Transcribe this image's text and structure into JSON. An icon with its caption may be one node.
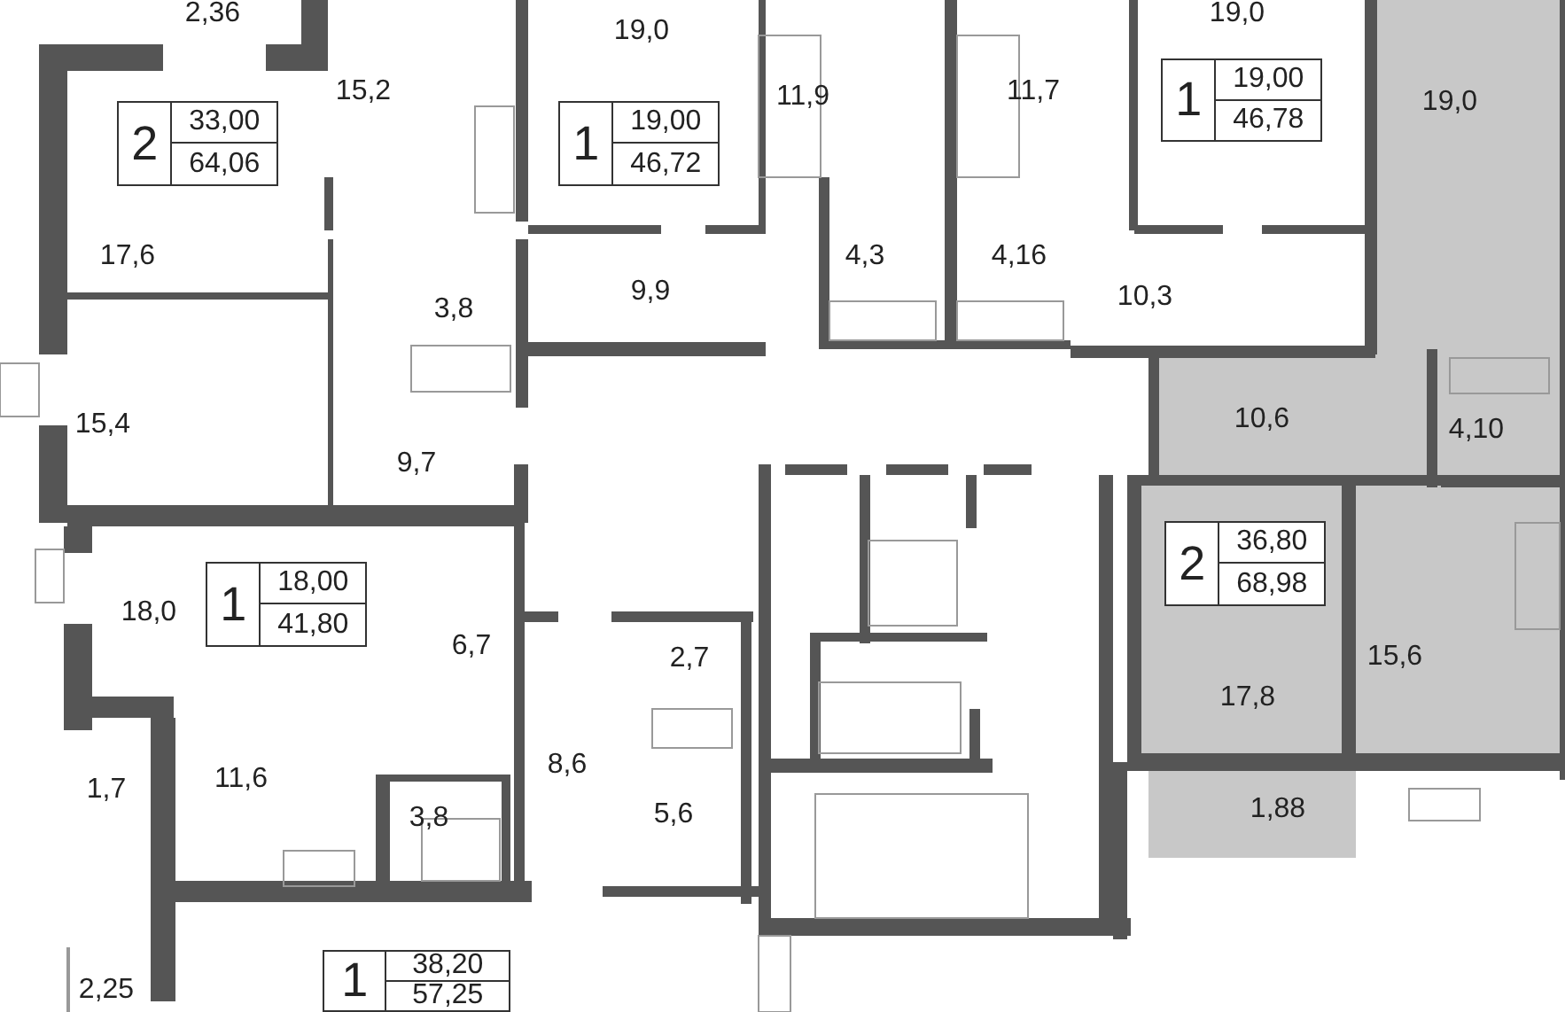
{
  "diagram": {
    "nodes": [
      {
        "text": [
          "1",
          "19,00",
          "46,78"
        ]
      },
      {
        "text": [
          "2",
          "33,00",
          "64,06"
        ]
      },
      {
        "text": [
          "1",
          "19,00",
          "46,72"
        ]
      },
      {
        "text": [
          "2",
          "36,80",
          "68,98"
        ]
      },
      {
        "text": [
          "1",
          "18,00",
          "41,80"
        ]
      },
      {
        "text": [
          "1",
          "38,20",
          "57,25"
        ]
      }
    ],
    "labels": [
      "2,36",
      "19,0",
      "19,0",
      "15,2",
      "11,9",
      "11,7",
      "19,0",
      "17,6",
      "4,3",
      "4,16",
      "9,9",
      "10,3",
      "3,8",
      "15,4",
      "10,6",
      "4,10",
      "9,7",
      "18,0",
      "6,7",
      "2,7",
      "15,6",
      "17,8",
      "11,6",
      "8,6",
      "1,7",
      "3,8",
      "5,6",
      "1,88",
      "2,25"
    ]
  }
}
